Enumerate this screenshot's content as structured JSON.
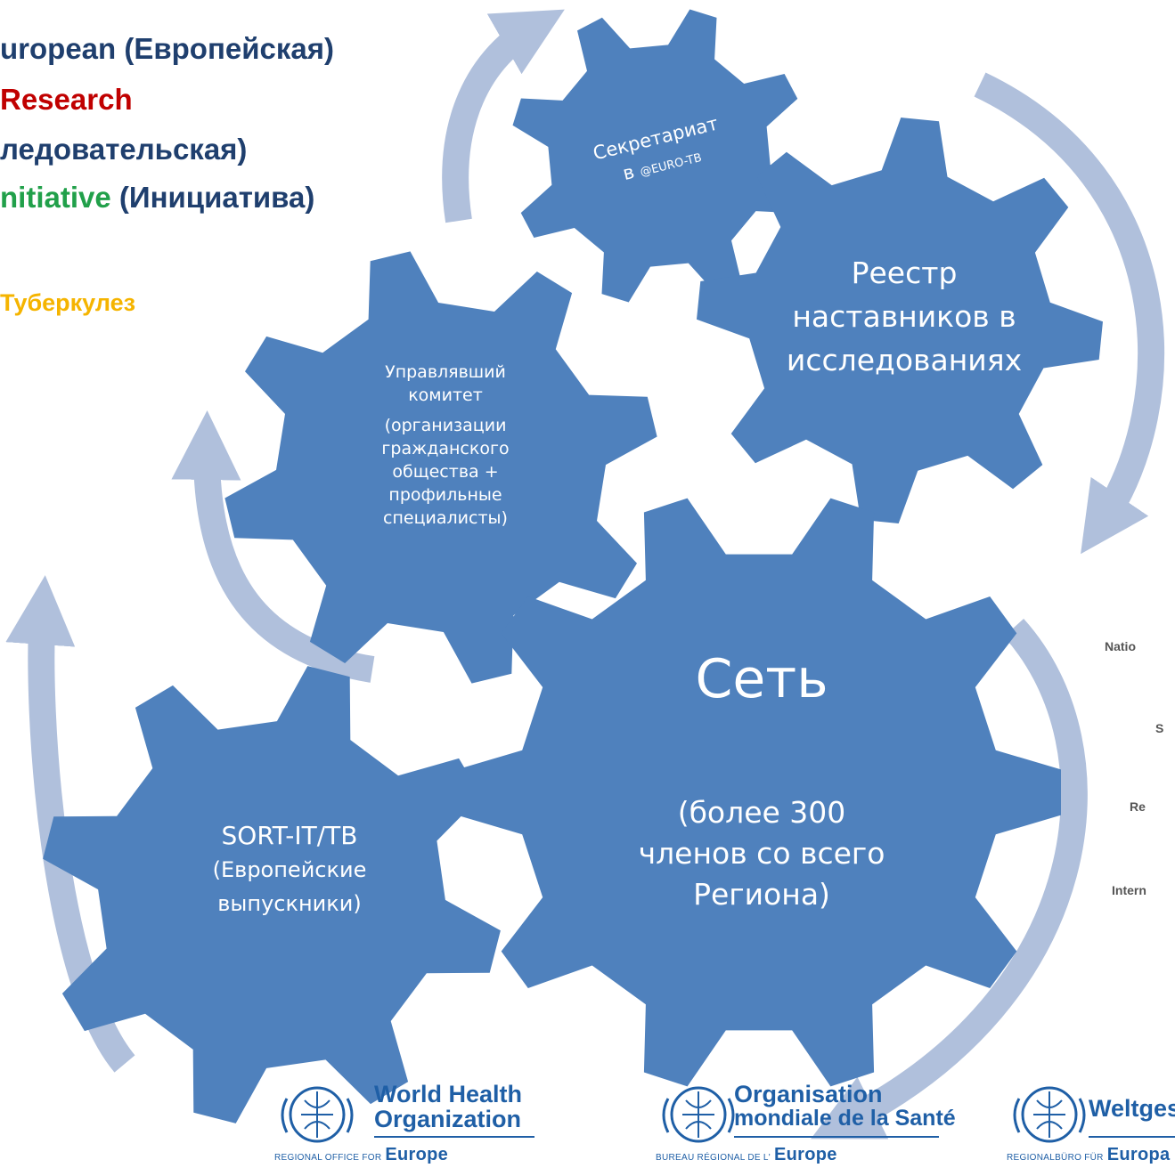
{
  "acronym": {
    "line1": "uropean (Европейская)",
    "line2": "Research",
    "line3": "ледовательская)",
    "line4_colored": "nitiative",
    "line4_rest": " (Инициатива)",
    "line5": "Туберкулез"
  },
  "gears": {
    "secretariat": {
      "line1": "Секретариат",
      "line2_prefix": "в ",
      "line2_small": "@EURO-TB"
    },
    "registry": {
      "line1": "Реестр",
      "line2": "наставников в",
      "line3": "исследованиях"
    },
    "committee": {
      "title1": "Управлявший",
      "title2": "комитет",
      "sub1": "(организации",
      "sub2": "гражданского",
      "sub3": "общества +",
      "sub4": "профильные",
      "sub5": "специалисты)"
    },
    "network": {
      "title": "Сеть",
      "line1": "(более 300",
      "line2": "членов со всего",
      "line3": "Региона)"
    },
    "sort": {
      "line1": "SORT-IT/TB",
      "line2": "(Европейские",
      "line3": "выпускники)"
    }
  },
  "side_labels": [
    "Natio",
    "S",
    "Re",
    "Intern"
  ],
  "logos": [
    {
      "name1": "World Health",
      "name2": "Organization",
      "sub": "REGIONAL OFFICE FOR",
      "region": "Europe"
    },
    {
      "name1": "Organisation",
      "name2": "mondiale de la Santé",
      "sub": "BUREAU RÉGIONAL DE L'",
      "region": "Europe"
    },
    {
      "name1": "Weltgesu",
      "name2": "",
      "sub": "REGIONALBÜRO FÜR",
      "region": "Europa"
    }
  ],
  "colors": {
    "gear": "#4f81bd",
    "arrow": "#b0c0dc",
    "navy": "#1f3f6e",
    "red": "#c00000",
    "green": "#21a04a",
    "orange": "#f5b400",
    "who_blue": "#1f5fa6"
  }
}
